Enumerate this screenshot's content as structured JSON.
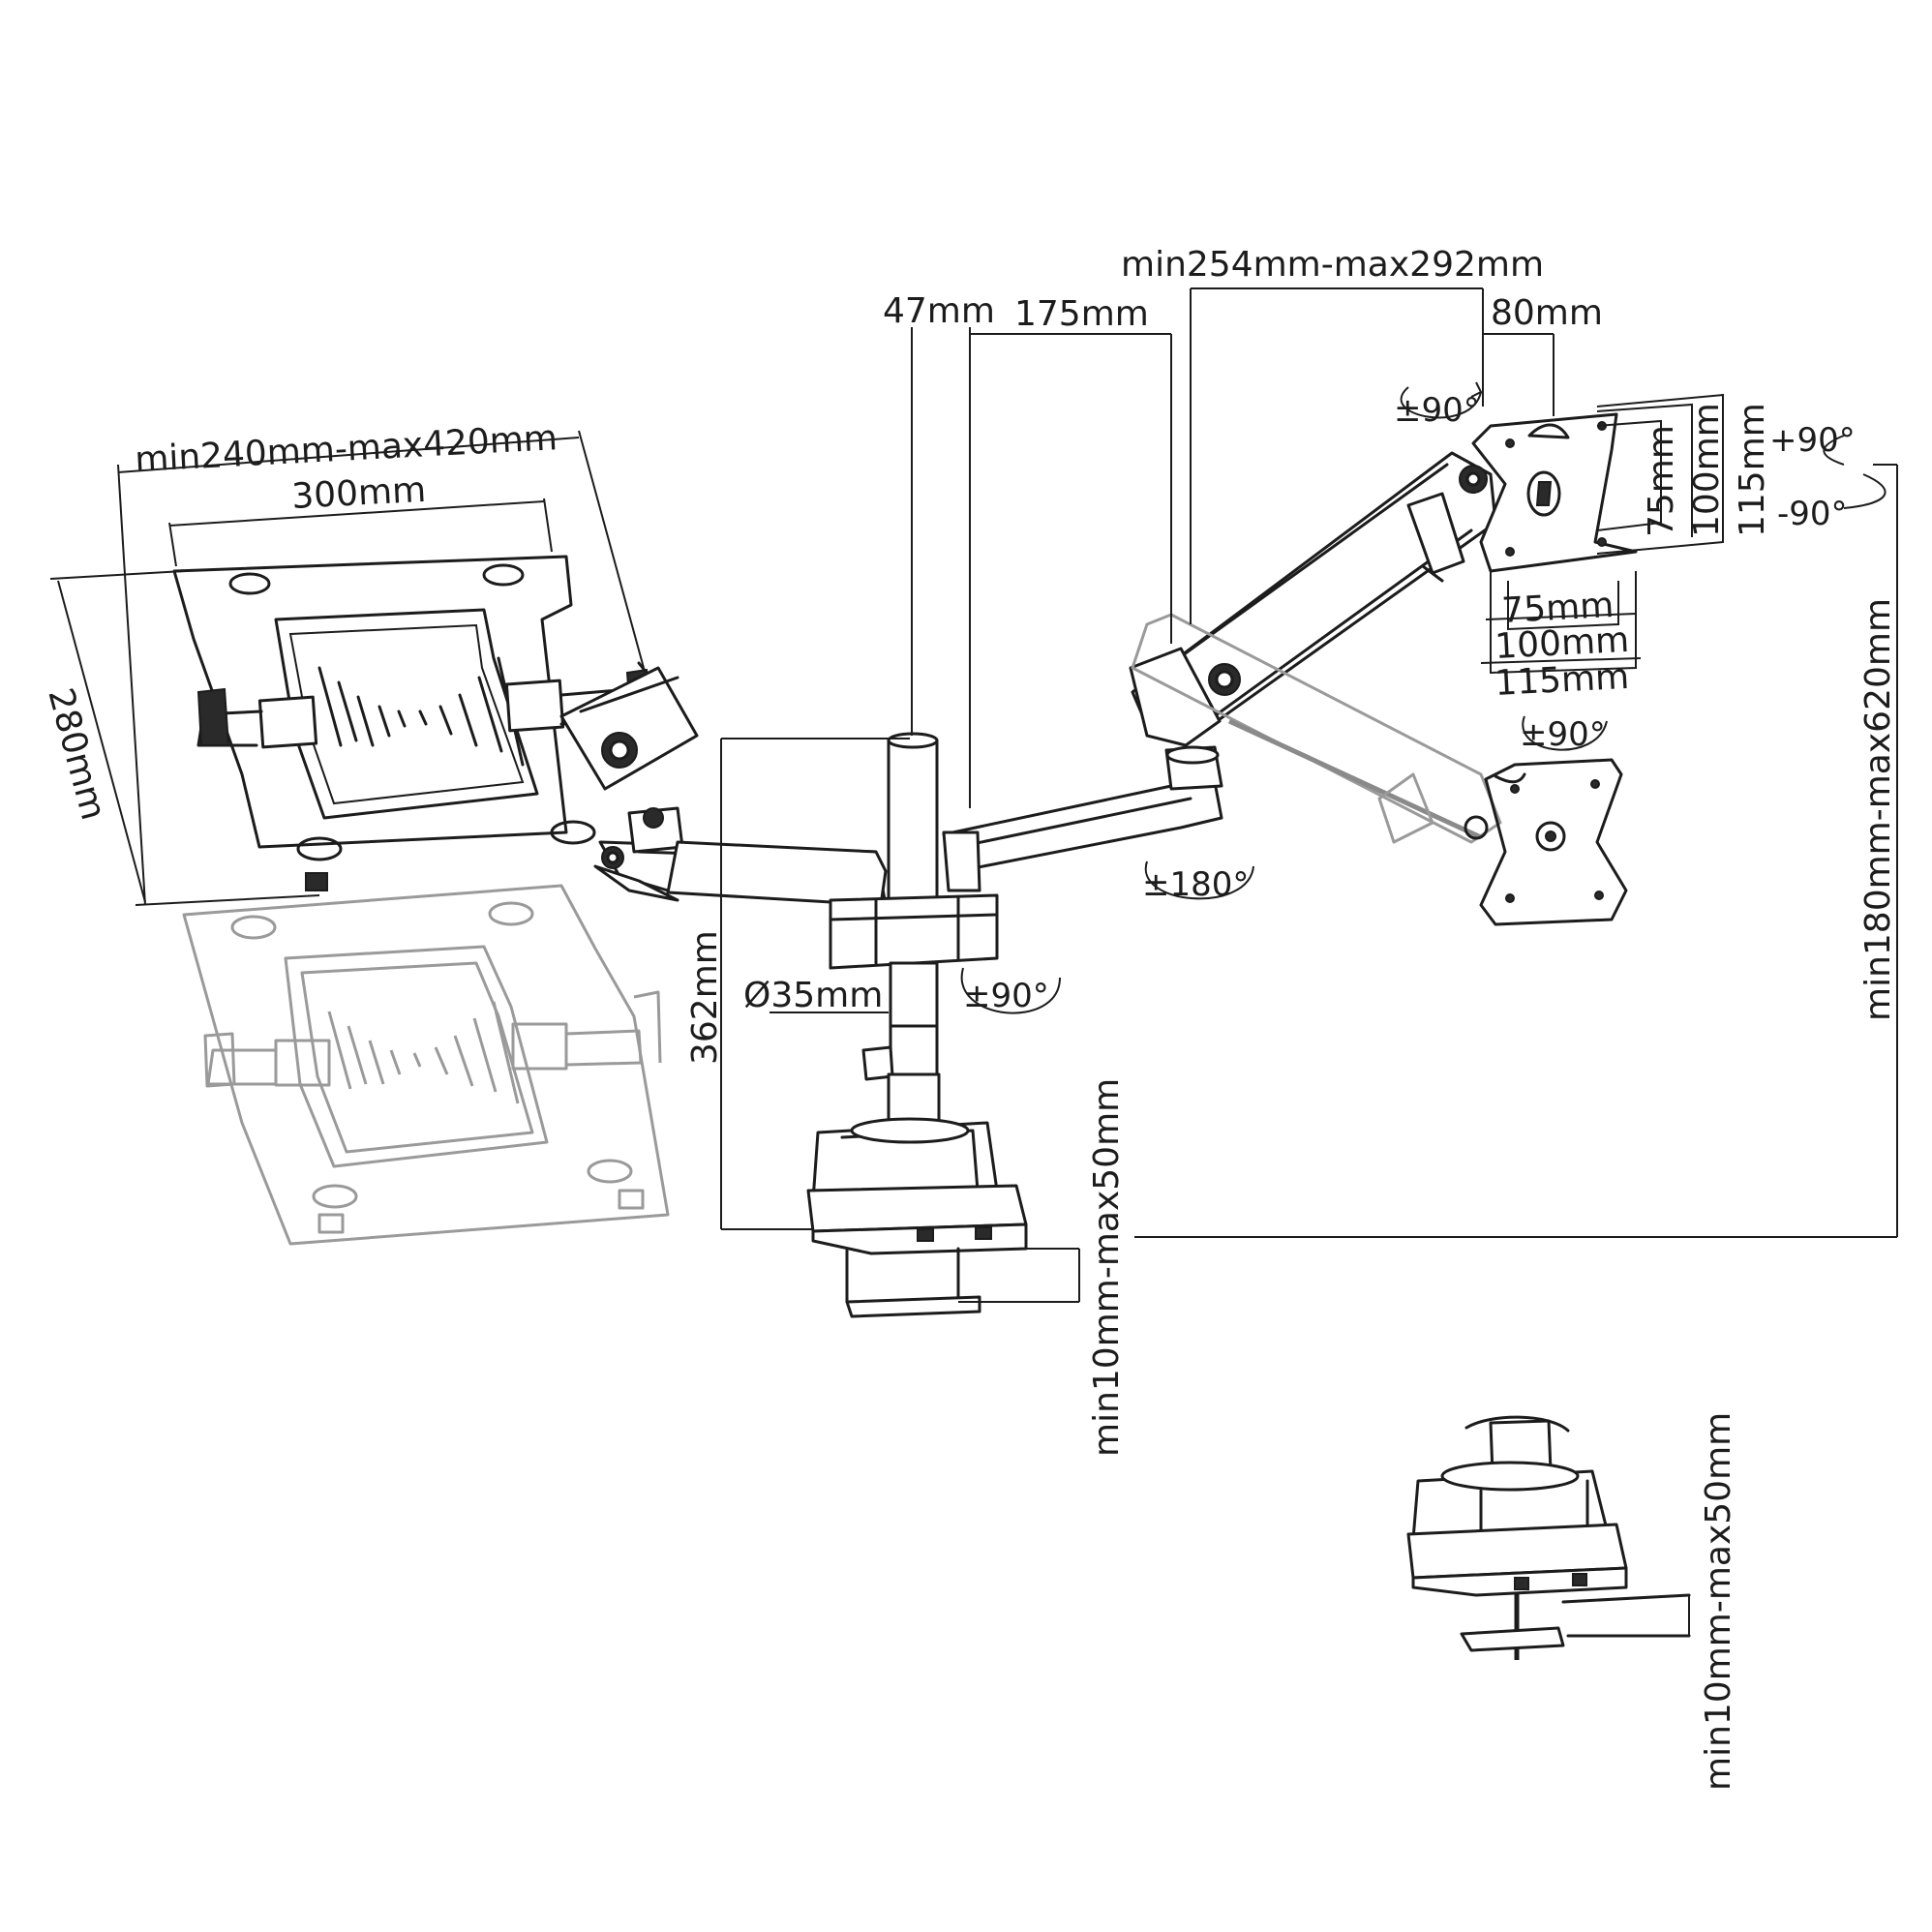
{
  "dimensions": {
    "laptop_width_range": "min240mm-max420mm",
    "laptop_tray_width": "300mm",
    "laptop_tray_depth": "280mm",
    "pole_offset": "47mm",
    "arm_segment": "175mm",
    "arm_reach_range": "min254mm-max292mm",
    "vesa_offset": "80mm",
    "pole_height": "362mm",
    "pole_diameter": "Ø35mm",
    "height_range": "min180mm-max620mm",
    "clamp_thickness": "min10mm-max50mm",
    "grommet_thickness": "min10mm-max50mm"
  },
  "vesa": {
    "horizontal": [
      "75mm",
      "100mm",
      "115mm"
    ],
    "vertical": [
      "75mm",
      "100mm",
      "115mm"
    ]
  },
  "rotations": {
    "swivel_top": "±90°",
    "tilt_up": "+90°",
    "tilt_down": "-90°",
    "swivel_lower": "±90°",
    "arm_rotation": "±180°",
    "base_rotation": "±90°"
  }
}
